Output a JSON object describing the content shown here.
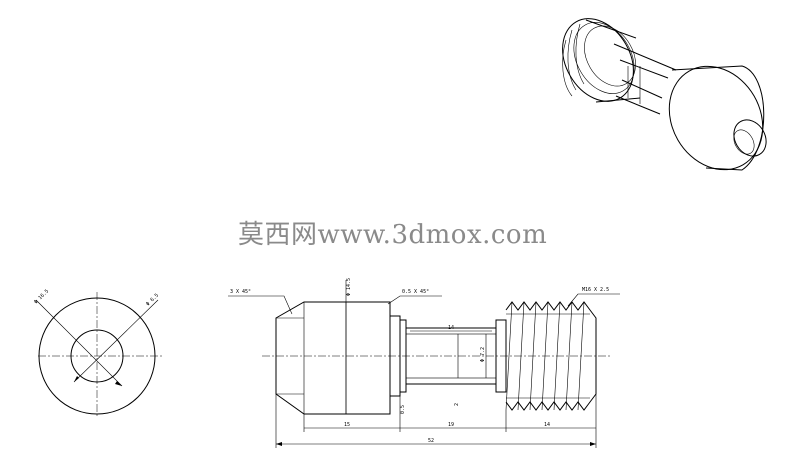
{
  "watermark": {
    "text": "莫西网www.3dmox.com"
  },
  "annotations": {
    "chamfer_left": "3 X 45°",
    "chamfer_right": "0.5 X 45°",
    "thread_spec": "M16 X 2.5",
    "dia_outer": "Φ 16.5",
    "dia_inner": "Φ 6.5",
    "dia_head": "Φ 14.5",
    "dia_neck": "Φ 7.2",
    "len_slot": "14",
    "len_head": "15",
    "len_neck": "19",
    "len_thread": "14",
    "len_total": "52",
    "dim_small_1": "0.5",
    "dim_small_2": "2"
  }
}
